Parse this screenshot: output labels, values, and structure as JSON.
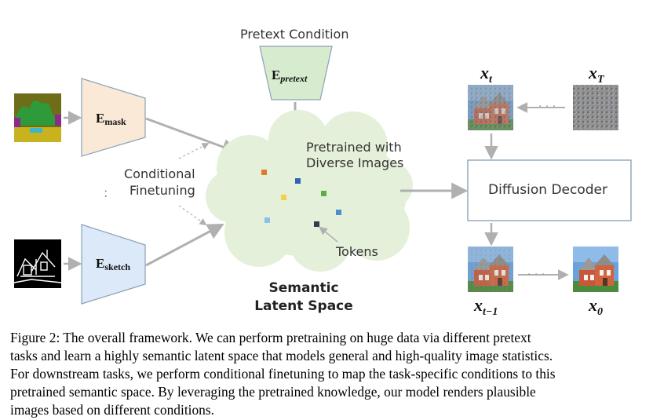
{
  "labels": {
    "pretext_condition": "Pretext Condition",
    "pretrained_line1": "Pretrained with",
    "pretrained_line2": "Diverse Images",
    "conditional_line1": "Conditional",
    "conditional_line2": "Finetuning",
    "tokens": "Tokens",
    "diffusion_decoder": "Diffusion Decoder",
    "semantic_line1": "Semantic",
    "semantic_line2": "Latent Space",
    "vertical_ellipsis": ":",
    "dots": "· · ·"
  },
  "encoders": {
    "mask": {
      "base": "E",
      "sub": "mask",
      "fill": "#fbe9d7"
    },
    "pretext": {
      "base": "E",
      "sub": "pretext",
      "fill": "#d7ebcf"
    },
    "sketch": {
      "base": "E",
      "sub": "sketch",
      "fill": "#dce9f8"
    }
  },
  "image_labels": {
    "xt": {
      "base": "x",
      "sub": "t"
    },
    "xT": {
      "base": "x",
      "sub": "T"
    },
    "xt1": {
      "base": "x",
      "sub": "t−1"
    },
    "x0": {
      "base": "x",
      "sub": "0"
    }
  },
  "tokens": [
    {
      "color": "#e07b2e"
    },
    {
      "color": "#2e64b5"
    },
    {
      "color": "#f2d04a"
    },
    {
      "color": "#5fae45"
    },
    {
      "color": "#8cc0e8"
    },
    {
      "color": "#2f3c52"
    },
    {
      "color": "#4a8fd0"
    }
  ],
  "colors": {
    "cloud": "#e4f0da",
    "arrow": "#b0b0b0",
    "decoder_border": "#7f9fb5"
  },
  "caption": {
    "line1": "Figure 2: The overall framework. We can perform pretraining on huge data via different pretext",
    "line2": "tasks and learn a highly semantic latent space that models general and high-quality image statistics.",
    "line3": "For downstream tasks, we perform conditional finetuning to map the task-specific conditions to this",
    "line4": "pretrained semantic space. By leveraging the pretrained knowledge, our model renders plausible",
    "line5": "images based on different conditions."
  }
}
